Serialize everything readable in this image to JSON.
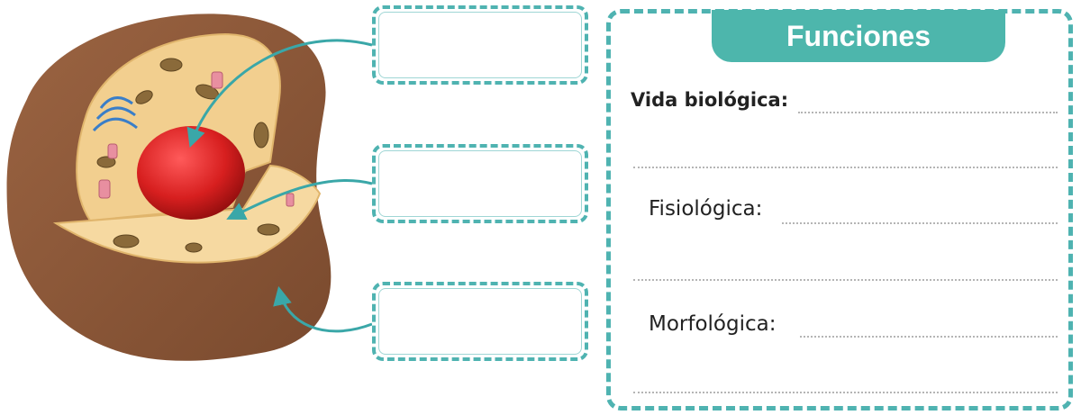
{
  "functions_panel": {
    "title": "Funciones",
    "fields": [
      {
        "label": "Vida biológica:"
      },
      {
        "label": "Fisiológica:"
      },
      {
        "label": "Morfológica:"
      }
    ]
  },
  "answer_boxes": {
    "top": "",
    "middle": "",
    "bottom": ""
  },
  "colors": {
    "accent": "#4db6ac",
    "dashed_border": "#4fb3b1",
    "membrane": "#8b5a3c",
    "cytoplasm": "#f2cf8f",
    "nucleus": "#d42a2a"
  },
  "icons": {
    "illustration": "animal-cell-icon"
  }
}
